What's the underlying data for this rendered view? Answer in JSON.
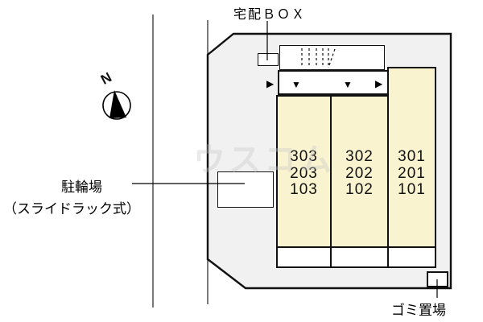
{
  "labels": {
    "delivery_box": "宅配ＢＯＸ",
    "bicycle_parking_line1": "駐輪場",
    "bicycle_parking_line2": "（スライドラック式）",
    "garbage_area": "ゴミ置場",
    "compass_north": "N"
  },
  "units": {
    "columns": [
      {
        "rooms": [
          "303",
          "203",
          "103"
        ]
      },
      {
        "rooms": [
          "302",
          "202",
          "102"
        ]
      },
      {
        "rooms": [
          "301",
          "201",
          "101"
        ]
      }
    ]
  },
  "arrows": {
    "entry_left": "▶",
    "door_303": "▼",
    "door_302": "▼",
    "entry_right": "▶"
  },
  "watermark": "ウスコム",
  "colors": {
    "room_fill": "#f9f3cf",
    "site_fill": "#f1f1f1",
    "line": "#111111"
  }
}
